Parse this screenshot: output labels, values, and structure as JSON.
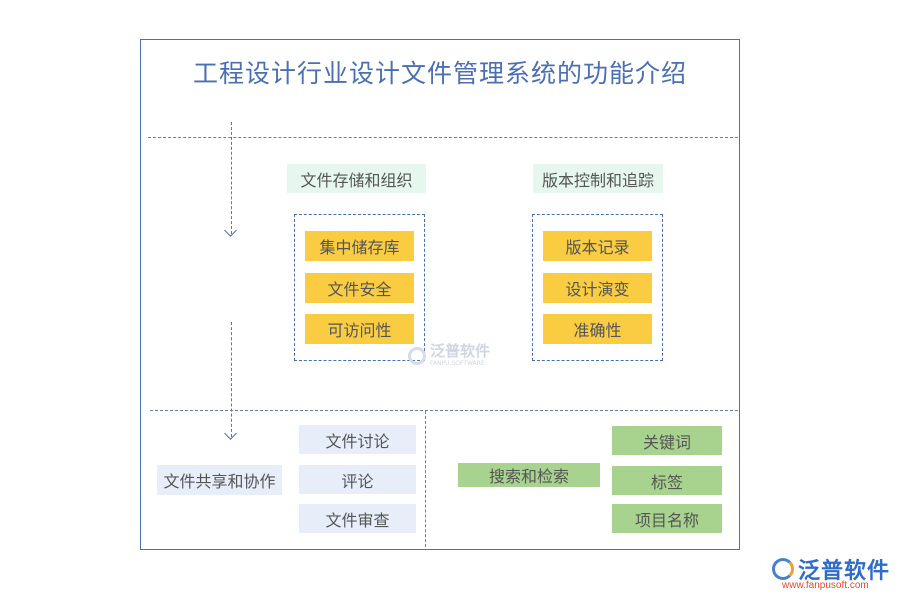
{
  "title": "工程设计行业设计文件管理系统的功能介绍",
  "sections": {
    "storage": {
      "label": "文件存储和组织",
      "items": [
        "集中储存库",
        "文件安全",
        "可访问性"
      ]
    },
    "version": {
      "label": "版本控制和追踪",
      "items": [
        "版本记录",
        "设计演变",
        "准确性"
      ]
    },
    "sharing": {
      "label": "文件共享和协作",
      "items": [
        "文件讨论",
        "评论",
        "文件审查"
      ]
    },
    "search": {
      "label": "搜索和检索",
      "items": [
        "关键词",
        "标签",
        "项目名称"
      ]
    }
  },
  "watermark": {
    "text": "泛普软件",
    "sub": "FANPU SOFTWARE"
  },
  "logo": {
    "text": "泛普软件",
    "url": "www.fanpusoft.com",
    "icon": "fanpu-logo-icon"
  },
  "colors": {
    "frame": "#4a6fb0",
    "title": "#4b6fb3",
    "mint": "#e6f7ef",
    "yellow": "#f9cc42",
    "lightblue": "#e7eef9",
    "green": "#a8d38f"
  }
}
